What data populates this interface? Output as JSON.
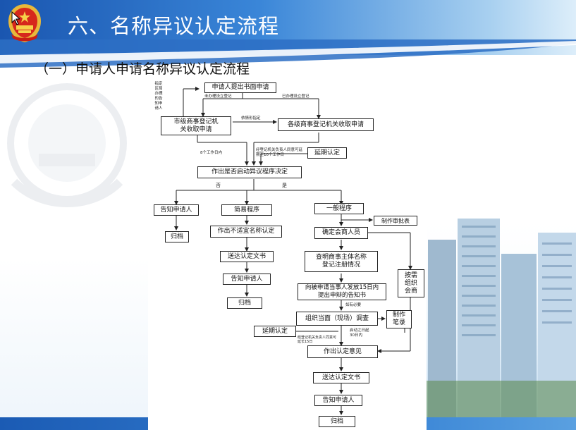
{
  "header": {
    "title": "六、名称异议认定流程"
  },
  "subtitle": "（一）申请人申请名称异议认定流程",
  "colors": {
    "header_blue": "#1a56b0",
    "header_light": "#a8d0f0",
    "emblem_red": "#d6281c",
    "emblem_gold": "#e8b83a",
    "line": "#222222"
  },
  "diagram": {
    "nodes": {
      "submit": "申请人提出书面申请",
      "city_receive": "市级商事登记机关收取申请",
      "all_receive": "各级商事登记机关收取申请",
      "extend1": "延期认定",
      "decide": "作出是否启动异议程序决定",
      "notify_applicant": "告知申请人",
      "archive1": "归档",
      "simple": "简易程序",
      "not_suitable": "作出不适宜名称认定",
      "deliver1": "送达认定文书",
      "notify2": "告知申请人",
      "archive2": "归档",
      "general": "一般程序",
      "approval_form": "制作审批表",
      "confirm_staff": "确定会商人员",
      "verify": "查明商事主体名称登记注册情况",
      "notice15": "向被申请当事人发放15日内提出申辩的告知书",
      "investigate": "组织当面（现场）调查",
      "record": "制作笔录",
      "consult": "按需组织会商",
      "extend2": "延期认定",
      "opinion": "作出认定意见",
      "deliver2": "送达认定文书",
      "notify3": "告知申请人",
      "archive3": "归档"
    },
    "labels": {
      "side_note": "指定区局办理的告知申请人",
      "not_registered": "未办理设立登记",
      "registered": "已办理设立登记",
      "by_situation": "依情形指定",
      "days_8": "8个工作日内",
      "approve_extend": "经登记机关负责人同意可延期至10个工作日",
      "no": "否",
      "yes": "是",
      "if_needed": "如有必要",
      "start_30": "启动之日起30日内",
      "approve_extend2": "经登记机关负责人同意可延长15日"
    }
  }
}
